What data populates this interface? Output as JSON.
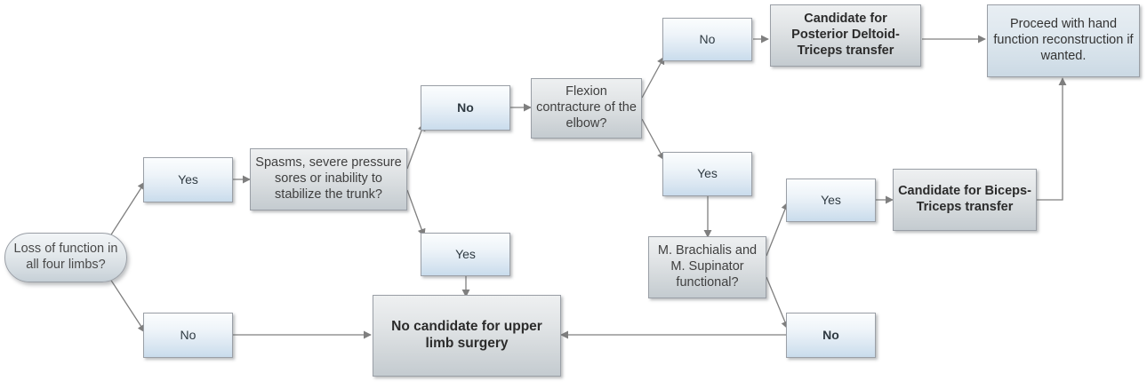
{
  "diagram": {
    "title": "Upper limb surgery decision flowchart",
    "edge_color": "#7f7f7f",
    "accent_blue": "#c9dcec",
    "accent_grey": "#c4cbd0"
  },
  "nodes": {
    "start": {
      "label": "Loss of function in all four limbs?"
    },
    "yes1": {
      "label": "Yes"
    },
    "no1": {
      "label": "No"
    },
    "spasms": {
      "label": "Spasms, severe pressure sores or inability to stabilize the trunk?"
    },
    "no2": {
      "label": "No"
    },
    "yes2": {
      "label": "Yes"
    },
    "flexion": {
      "label": "Flexion contracture of the elbow?"
    },
    "no3": {
      "label": "No"
    },
    "yes3": {
      "label": "Yes"
    },
    "posterior": {
      "label": "Candidate for Posterior Deltoid-Triceps transfer"
    },
    "proceed": {
      "label": "Proceed with hand function reconstruction if wanted."
    },
    "brachialis": {
      "label": "M. Brachialis and M. Supinator functional?"
    },
    "yes4": {
      "label": "Yes"
    },
    "no4": {
      "label": "No"
    },
    "biceps": {
      "label": "Candidate for Biceps-Triceps transfer"
    },
    "nocandidate": {
      "label": "No candidate for upper limb surgery"
    }
  }
}
